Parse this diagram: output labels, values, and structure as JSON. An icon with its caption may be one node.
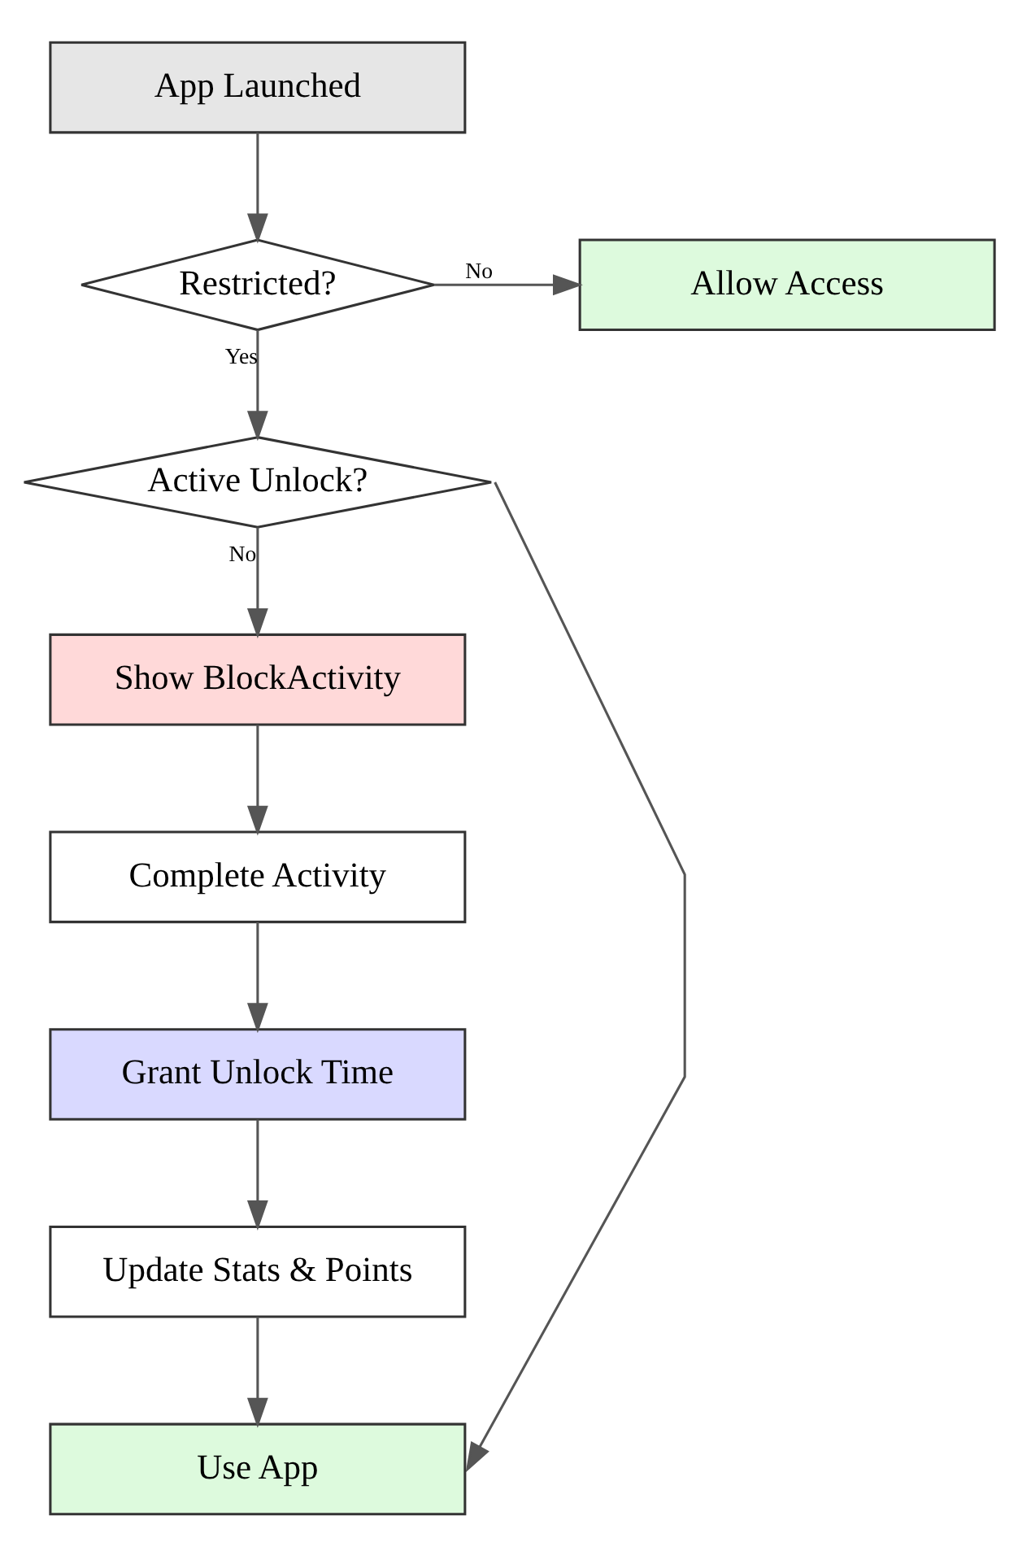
{
  "diagram": {
    "nodes": [
      {
        "text": [
          "App Launched"
        ]
      },
      {
        "text": [
          "Restricted?"
        ]
      },
      {
        "text": [
          "Allow Access"
        ]
      },
      {
        "text": [
          "Active Unlock?"
        ]
      },
      {
        "text": [
          "Show BlockActivity"
        ]
      },
      {
        "text": [
          "Complete Activity"
        ]
      },
      {
        "text": [
          "Grant Unlock Time"
        ]
      },
      {
        "text": [
          "Update Stats & Points"
        ]
      },
      {
        "text": [
          "Use App"
        ]
      }
    ],
    "edges": [
      {
        "from": 0,
        "to": 1,
        "arrow": "to"
      },
      {
        "from": 1,
        "to": 2,
        "arrow": "to",
        "label": "No"
      },
      {
        "from": 1,
        "to": 3,
        "arrow": "to",
        "label": "Yes"
      },
      {
        "from": 3,
        "to": 4,
        "arrow": "to",
        "label": "No"
      },
      {
        "from": 4,
        "to": 5,
        "arrow": "to"
      },
      {
        "from": 5,
        "to": 6,
        "arrow": "to"
      },
      {
        "from": 6,
        "to": 7,
        "arrow": "to"
      },
      {
        "from": 7,
        "to": 8,
        "arrow": "to"
      },
      {
        "from": 3,
        "to": 8,
        "arrow": "to"
      }
    ]
  }
}
